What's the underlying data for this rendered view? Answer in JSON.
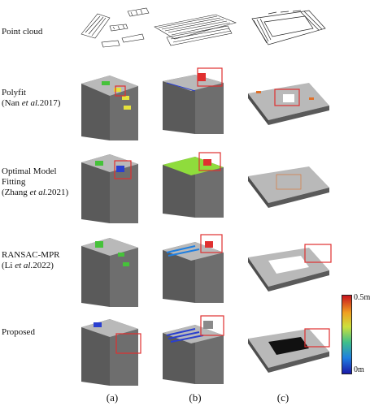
{
  "rows": [
    {
      "lines": [
        "Point cloud"
      ]
    },
    {
      "lines": [
        "Polyfit",
        "(Nan et al.2017)"
      ]
    },
    {
      "lines": [
        "Optimal Model",
        "Fitting",
        "(Zhang et al.2021)"
      ]
    },
    {
      "lines": [
        "RANSAC-MPR",
        "(Li et al.2022)"
      ]
    },
    {
      "lines": [
        "Proposed"
      ]
    }
  ],
  "columns": [
    "(a)",
    "(b)",
    "(c)"
  ],
  "colorbar": {
    "max_label": "0.5m",
    "min_label": "0m"
  },
  "colors": {
    "wall": "#6b6b6b",
    "wall_dark": "#4e4e4e",
    "roof": "#b9b9b9",
    "highlight_box": "#e03030",
    "green": "#46c23a",
    "blue": "#2a3fd0",
    "yellow": "#e6e23c"
  }
}
